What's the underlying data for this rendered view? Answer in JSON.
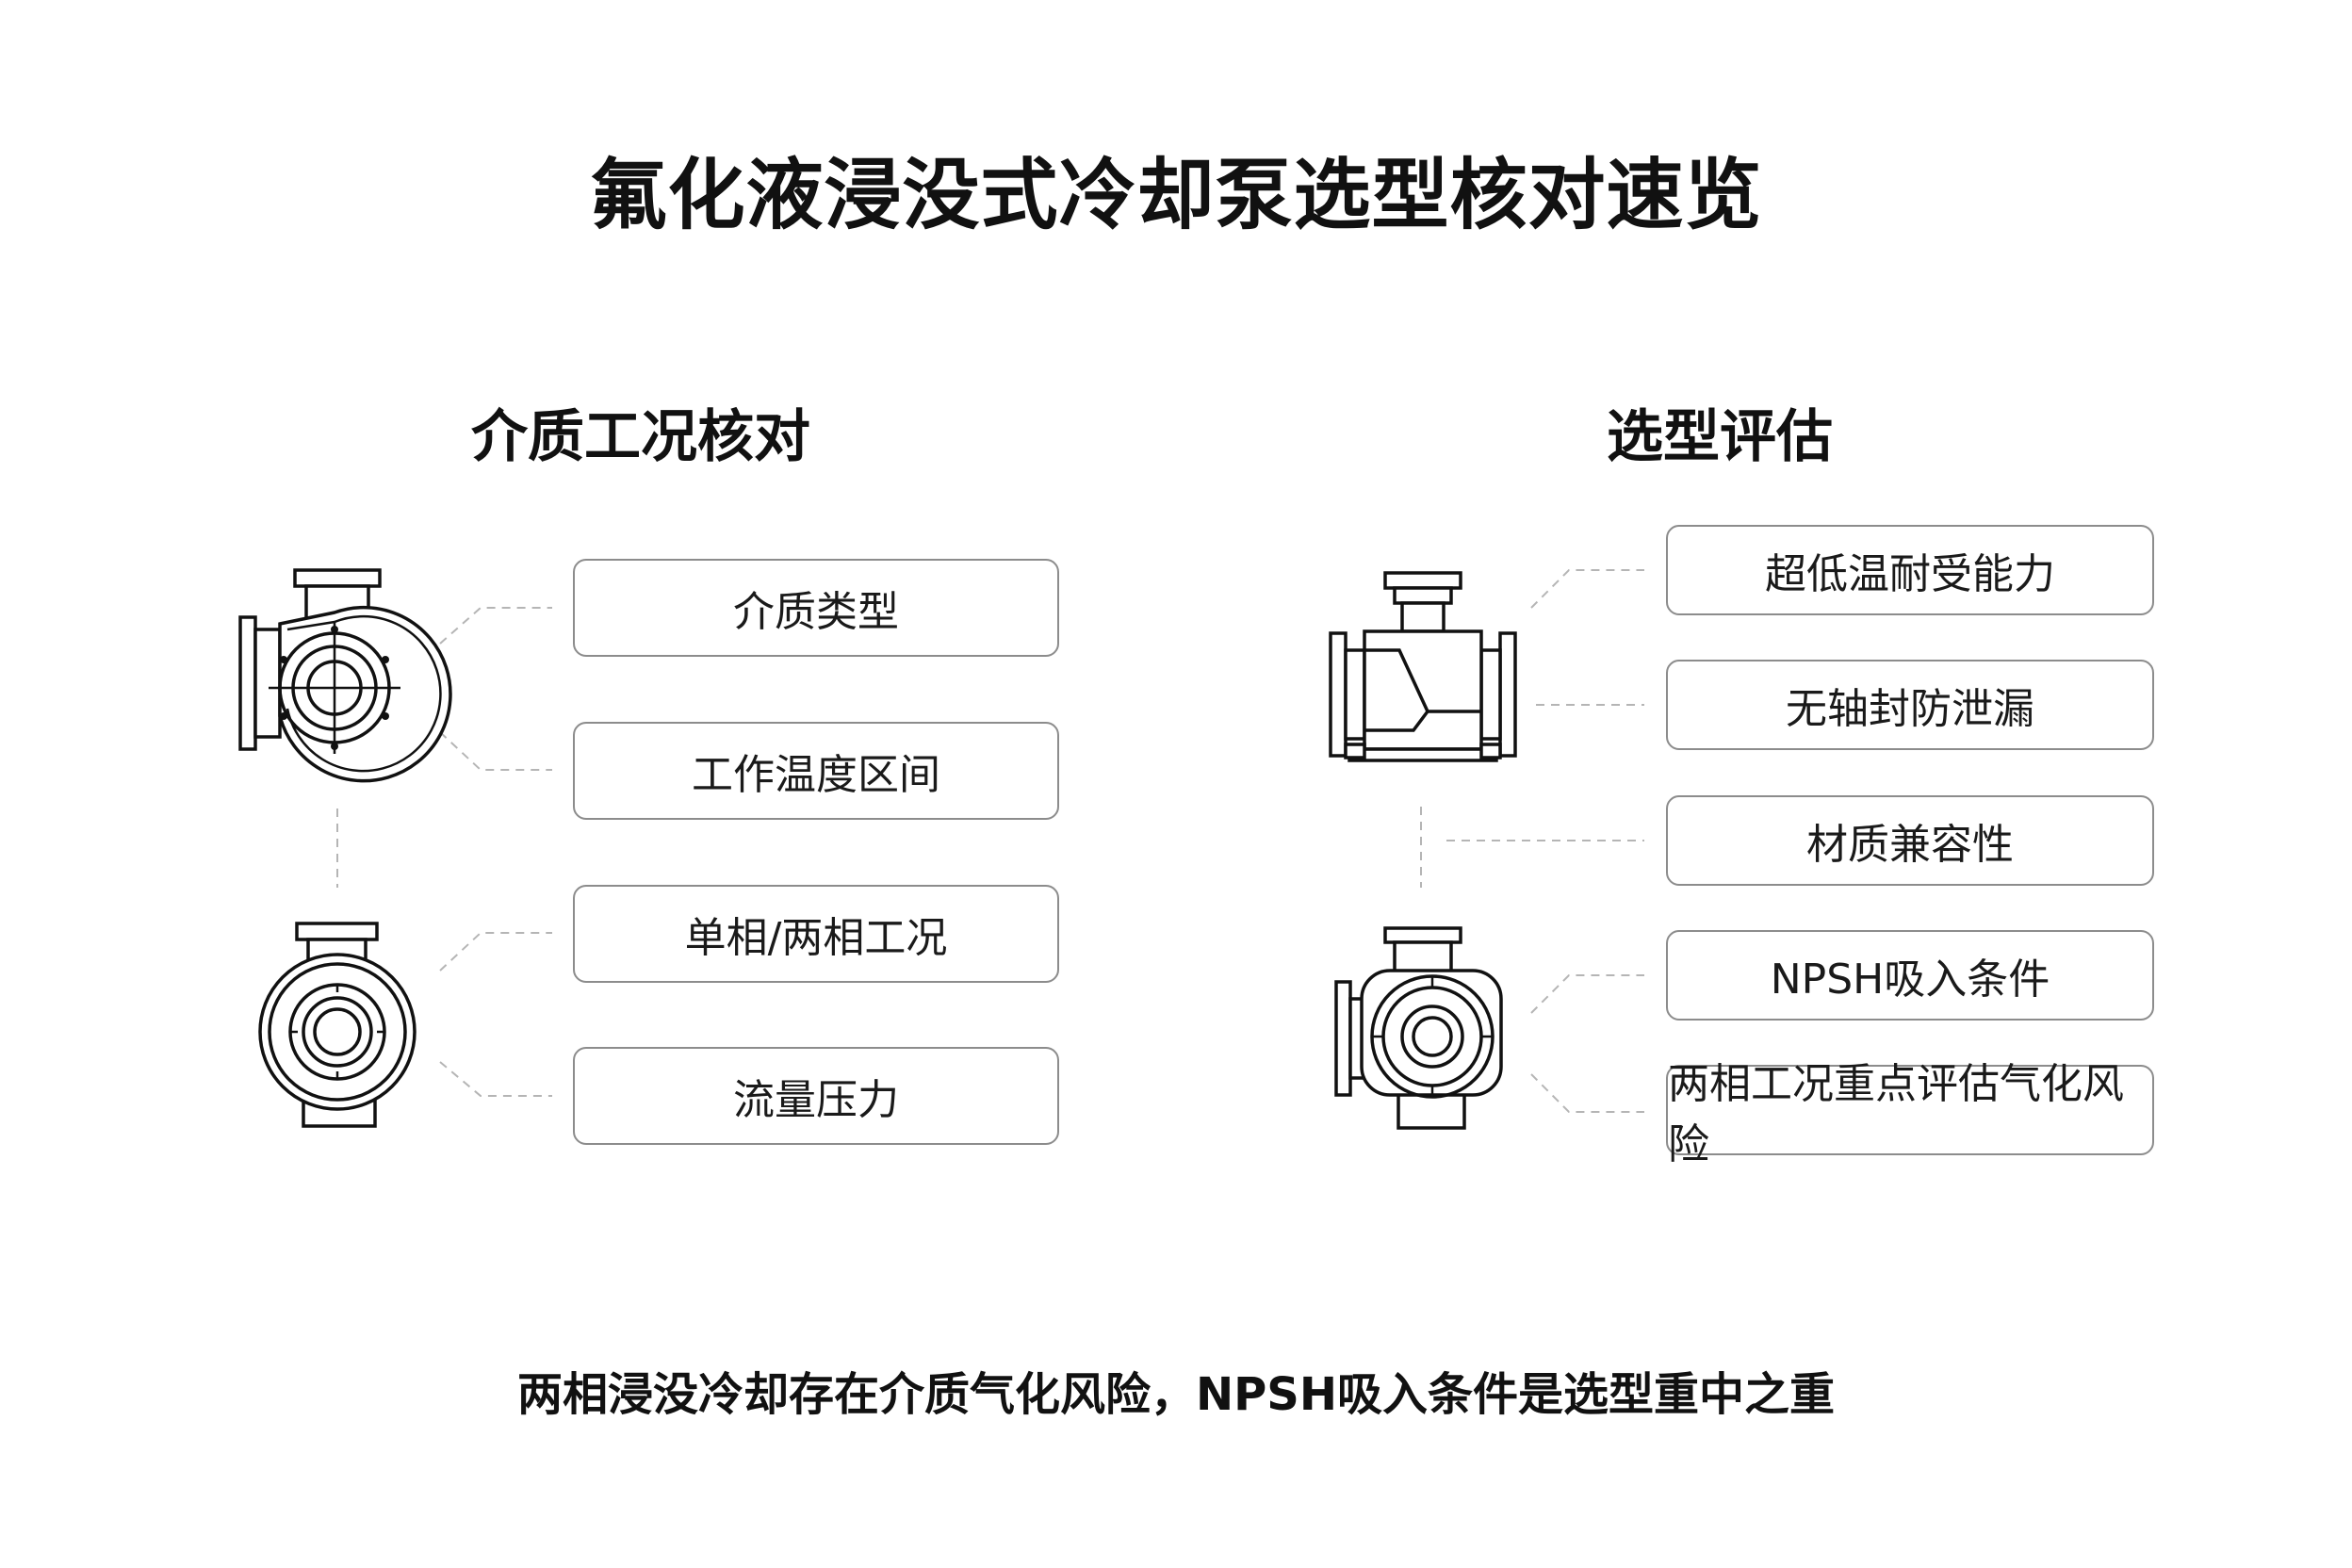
{
  "title": "氟化液浸没式冷却泵选型核对速览",
  "left_section": {
    "heading": "介质工况核对",
    "items": [
      "介质类型",
      "工作温度区间",
      "单相/两相工况",
      "流量压力"
    ]
  },
  "right_section": {
    "heading": "选型评估",
    "items": [
      "超低温耐受能力",
      "无轴封防泄漏",
      "材质兼容性",
      "NPSH吸入条件",
      "两相工况重点评估气化风险"
    ]
  },
  "footer": "两相浸没冷却存在介质气化风险，NPSH吸入条件是选型重中之重",
  "icons": [
    "volute-pump-icon",
    "centrifugal-pump-icon",
    "inline-pump-icon",
    "side-suction-pump-icon"
  ],
  "colors": {
    "text": "#111111",
    "card_border": "#8c8c8c",
    "connector": "#b5b5b5",
    "background": "#ffffff"
  }
}
